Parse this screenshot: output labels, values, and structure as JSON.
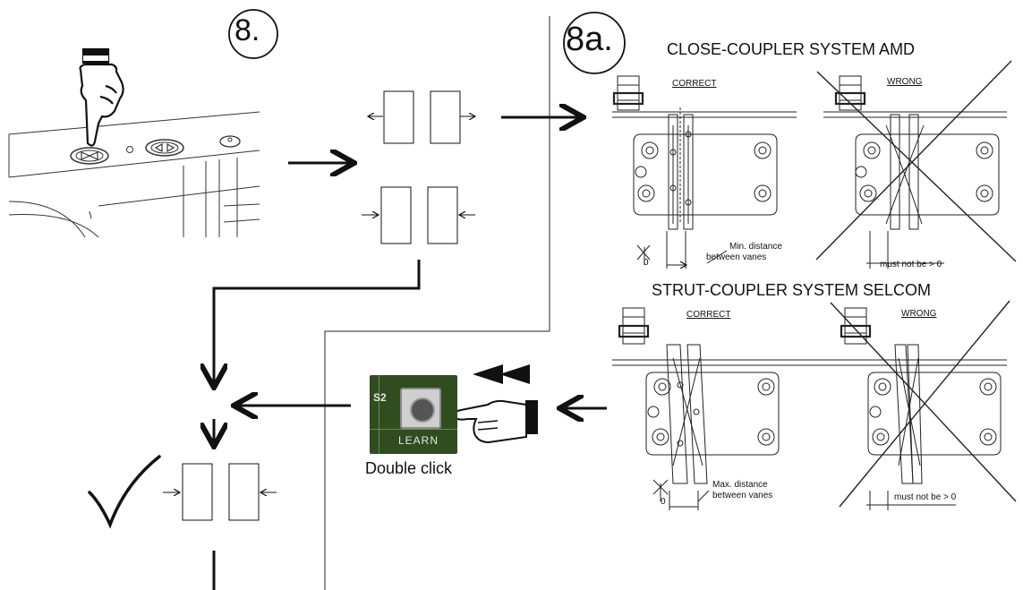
{
  "steps": {
    "step8": "8.",
    "step8a": "8a."
  },
  "amd": {
    "title": "CLOSE-COUPLER SYSTEM AMD",
    "correct": "CORRECT",
    "wrong": "WRONG",
    "min_distance_line1": "Min. distance",
    "min_distance_line2": "between vanes",
    "must_not": "must not be > 0",
    "zero": "0"
  },
  "selcom": {
    "title": "STRUT-COUPLER SYSTEM SELCOM",
    "correct": "CORRECT",
    "wrong": "WRONG",
    "max_distance_line1": "Max. distance",
    "max_distance_line2": "between vanes",
    "must_not": "must not be > 0",
    "zero": "0"
  },
  "learn_button": {
    "pcb_label": "S2",
    "button_label": "LEARN",
    "caption": "Double click"
  },
  "icons": [
    "pointing-hand-icon",
    "checkmark-icon",
    "arrow-icon",
    "pressing-hand-icon"
  ]
}
